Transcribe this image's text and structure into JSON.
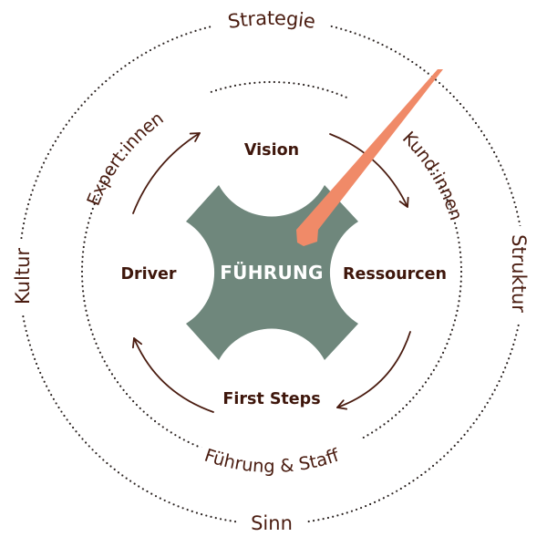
{
  "diagram": {
    "center_label": "FÜHRUNG",
    "cycle_labels": {
      "top": "Vision",
      "right": "Ressourcen",
      "bottom": "First Steps",
      "left": "Driver"
    },
    "outer_ring_labels": {
      "top": "Strategie",
      "right": "Struktur",
      "bottom": "Sinn",
      "left": "Kultur"
    },
    "inner_ring_labels": {
      "upper_left": "Expert:innen",
      "upper_right": "Kund:innen",
      "bottom": "Führung & Staff"
    },
    "colors": {
      "center_shape": "#6f877c",
      "needle": "#f08a68",
      "text": "#4a1c10",
      "dots": "#2a2220"
    }
  }
}
